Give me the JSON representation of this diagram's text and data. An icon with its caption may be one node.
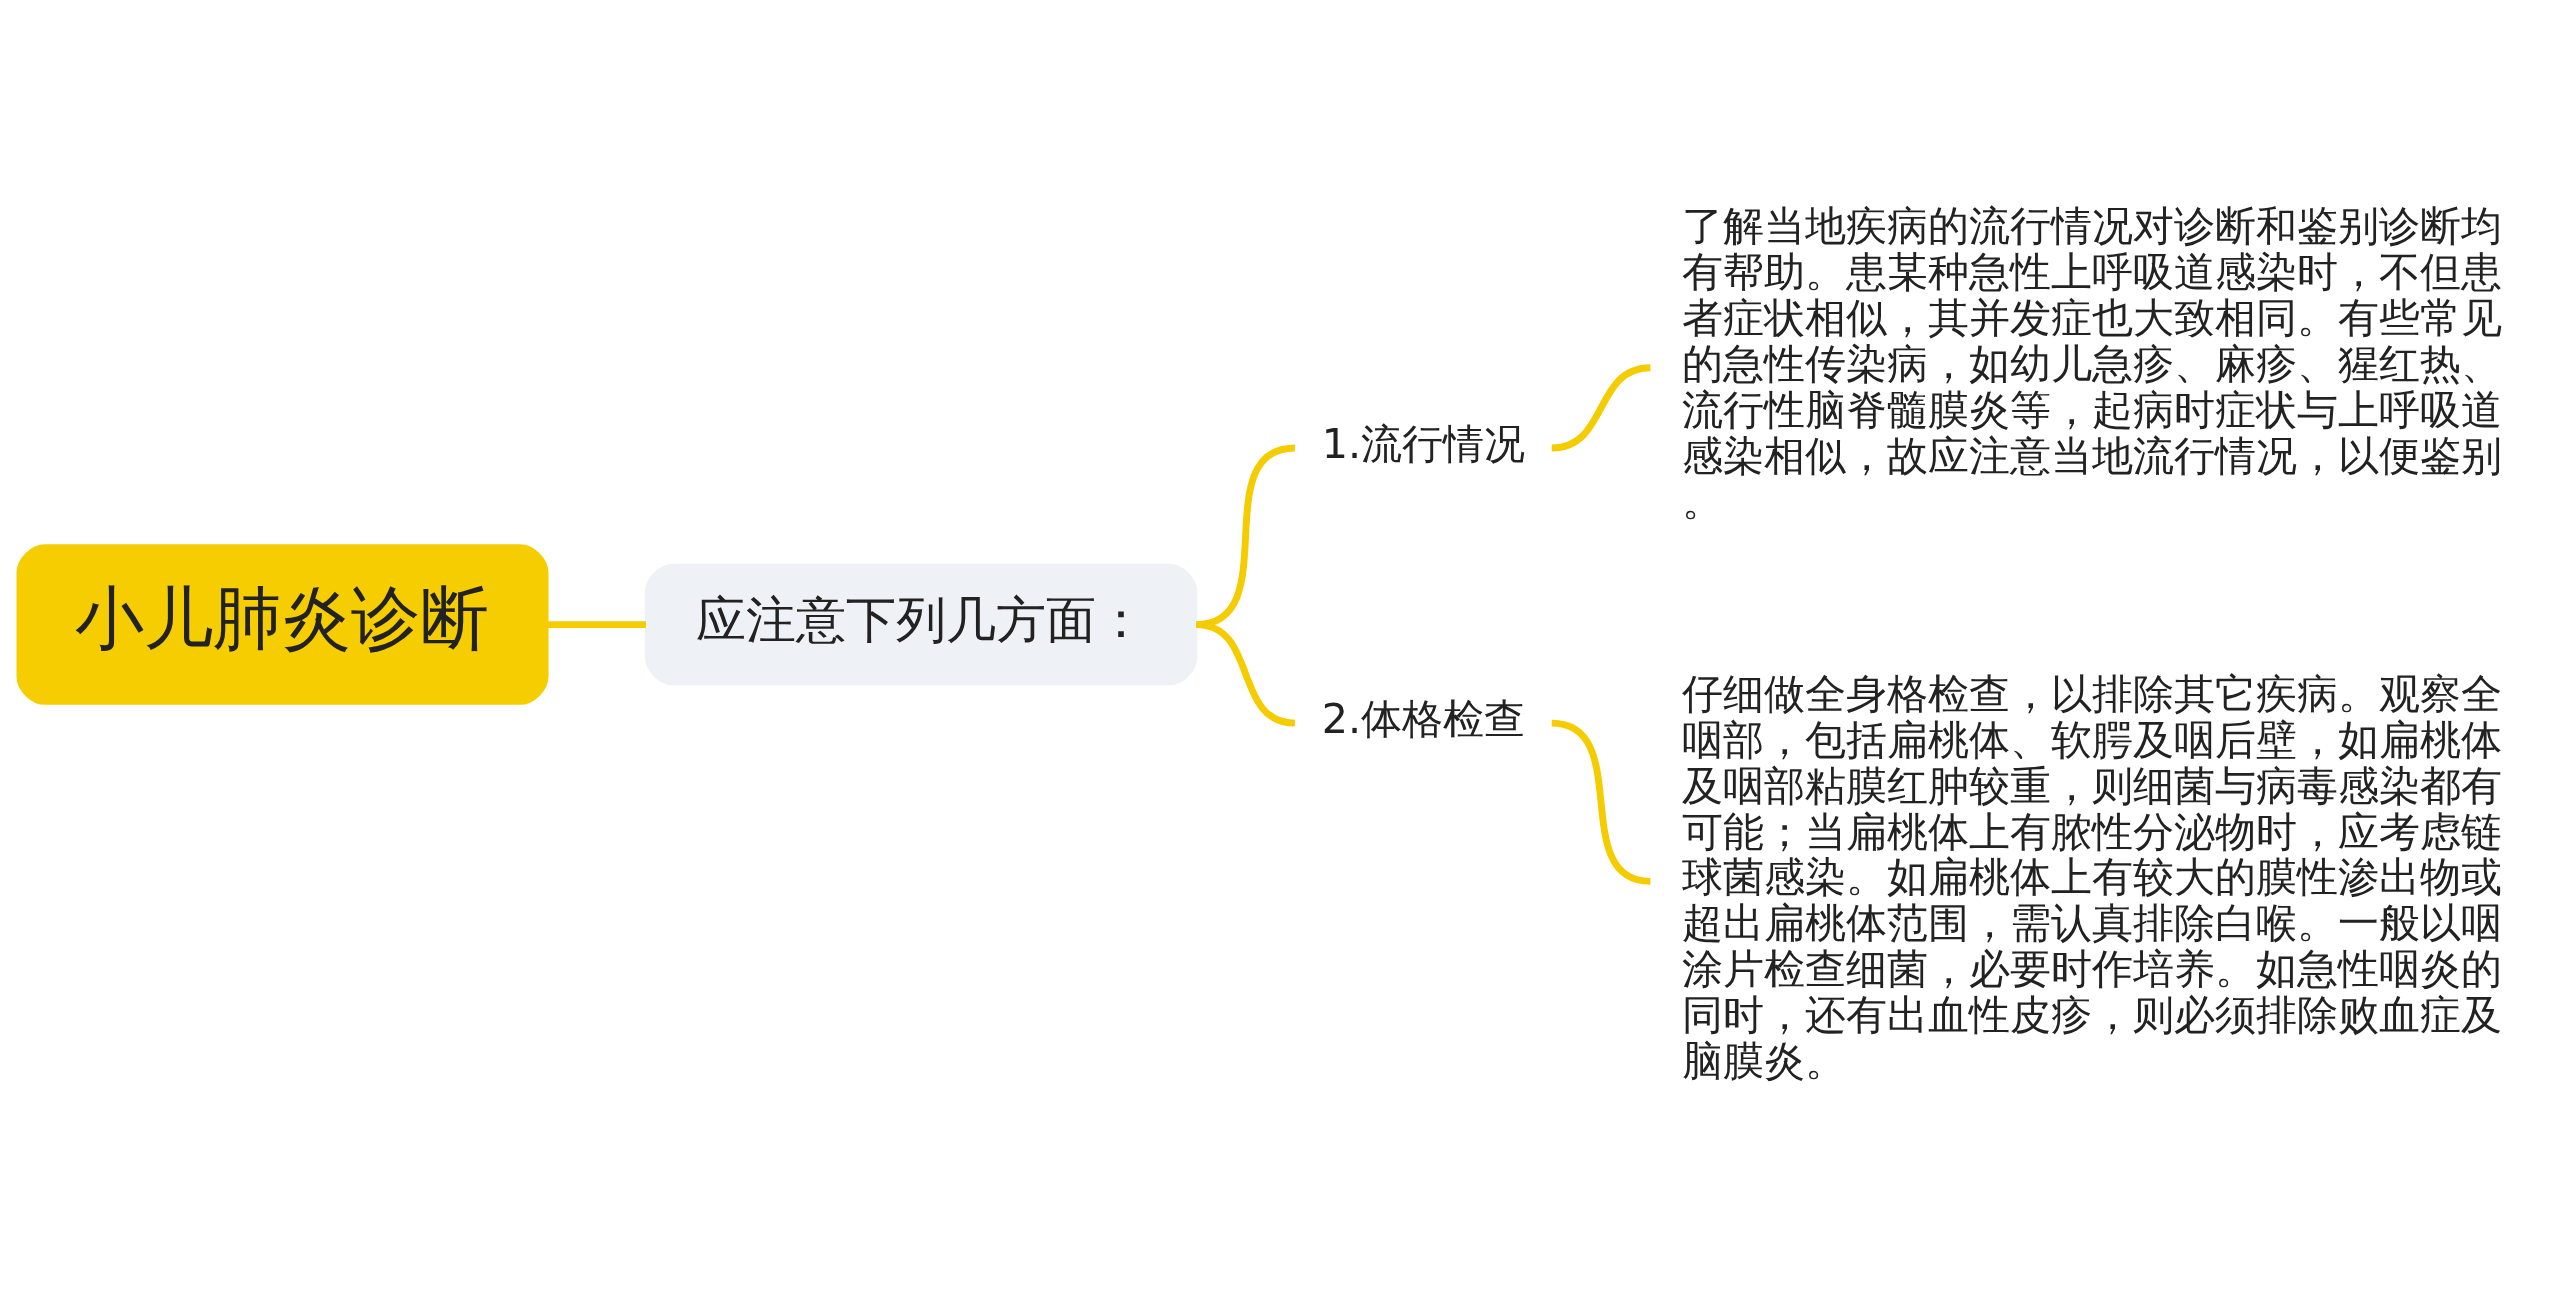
{
  "diagram": {
    "nodes": [
      {
        "text": [
          "小儿肺炎诊断"
        ]
      },
      {
        "text": [
          "应注意下列几方面："
        ]
      },
      {
        "text": [
          "1.流行情况"
        ]
      },
      {
        "text": [
          "了解当地疾病的流行情况对诊断和鉴别诊断均有帮助。患某种急性上呼吸道感染时，不但患者症状相似，其并发症也大致相同。有些常见的急性传染病，如幼儿急疹、麻疹、猩红热、流行性脑脊髓膜炎等，起病时症状与上呼吸道感染相似，故应注意当地流行情况，以便鉴别。"
        ]
      },
      {
        "text": [
          "2.体格检查"
        ]
      },
      {
        "text": [
          "仔细做全身格检查，以排除其它疾病。观察全咽部，包括扁桃体、软腭及咽后壁，如扁桃体及咽部粘膜红肿较重，则细菌与病毒感染都有可能；当扁桃体上有脓性分泌物时，应考虑链球菌感染。如扁桃体上有较大的膜性渗出物或超出扁桃体范围，需认真排除白喉。一般以咽涂片检查细菌，必要时作培养。如急性咽炎的同时，还有出血性皮疹，则必须排除败血症及脑膜炎。"
        ]
      }
    ],
    "edges": [
      {
        "from": 0,
        "to": 1,
        "arrow": "none"
      },
      {
        "from": 1,
        "to": 2,
        "arrow": "none"
      },
      {
        "from": 1,
        "to": 4,
        "arrow": "none"
      },
      {
        "from": 2,
        "to": 3,
        "arrow": "none"
      },
      {
        "from": 4,
        "to": 5,
        "arrow": "none"
      }
    ]
  }
}
